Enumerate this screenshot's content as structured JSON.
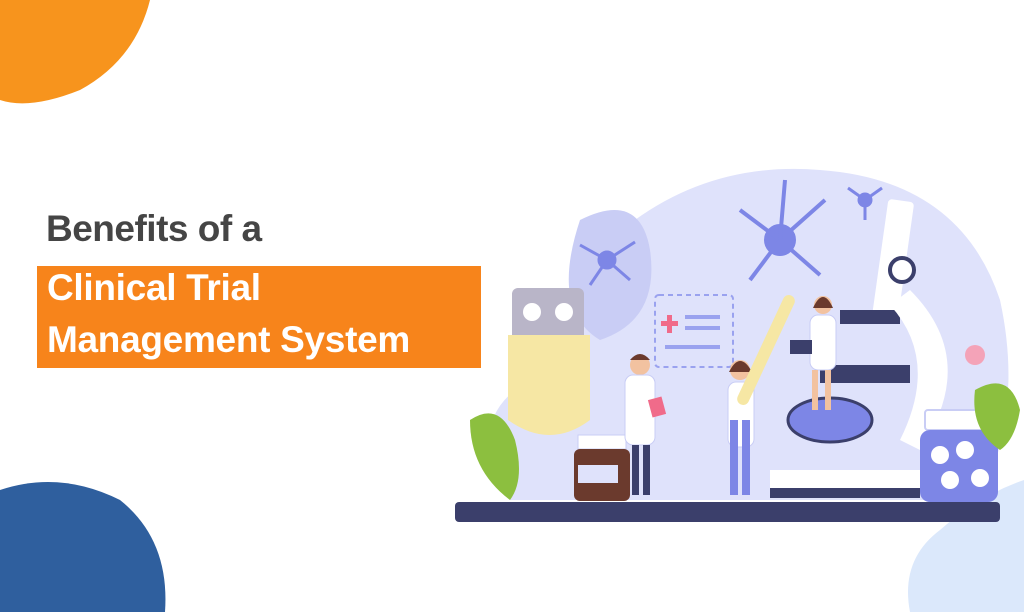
{
  "heading": "Benefits of a",
  "title_lines": [
    "Clinical Trial",
    "Management System"
  ],
  "colors": {
    "accent_orange": "#f7841b",
    "heading_text": "#454545",
    "blue_blob": "#2f5f9e",
    "lavender": "#c9cdf5",
    "purple": "#7d86e6"
  }
}
